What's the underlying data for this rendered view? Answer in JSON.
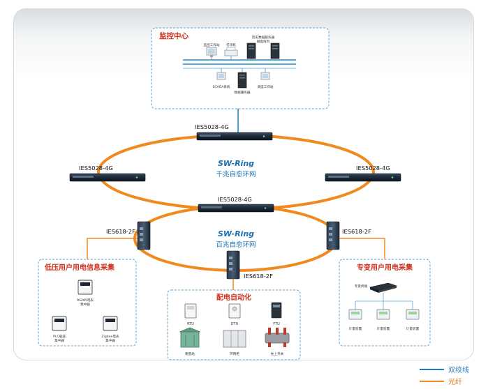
{
  "monitoring_center": {
    "title": "监控中心",
    "nodes": {
      "workstation": "监控工作站",
      "printer": "打印机",
      "history_server": "历史数据服务器",
      "history_server_line2": "磁盘阵列",
      "scada": "SCADA系统",
      "data_server": "数据服务器",
      "maintenance": "调度工作站"
    }
  },
  "switches": {
    "top": "IES5028-4G",
    "left": "IES5028-4G",
    "right": "IES5028-4G",
    "middle": "IES5028-4G",
    "left_618": "IES618-2F",
    "right_618": "IES618-2F",
    "bottom_618": "IES618-2F"
  },
  "rings": {
    "gigabit": {
      "brand": "SW-Ring",
      "caption": "千兆自愈环网"
    },
    "hundred": {
      "brand": "SW-Ring",
      "caption": "百兆自愈环网"
    }
  },
  "low_voltage": {
    "title": "低压用户用电信息采集",
    "rs485": "RS485电表",
    "rs485_line2": "集中器",
    "plc": "PLC载波",
    "plc_line2": "集中器",
    "zigbee": "Zigbee电表",
    "zigbee_line2": "集中器"
  },
  "distribution": {
    "title": "配电自动化",
    "rtu": "RTU",
    "dtu": "DTU",
    "ftu": "FTU",
    "box_substation": "箱变站",
    "ring_cabinet": "环网柜",
    "pole_switch": "柱上开关"
  },
  "special_user": {
    "title": "专变用户用电采集",
    "terminal": "专变终端",
    "meters": [
      "计量装置",
      "计量装置",
      "计量装置"
    ]
  },
  "legend": {
    "twisted_pair": "双绞线",
    "fiber": "光纤",
    "twisted_pair_color": "#1a7fc0",
    "fiber_color": "#f08a1e"
  }
}
